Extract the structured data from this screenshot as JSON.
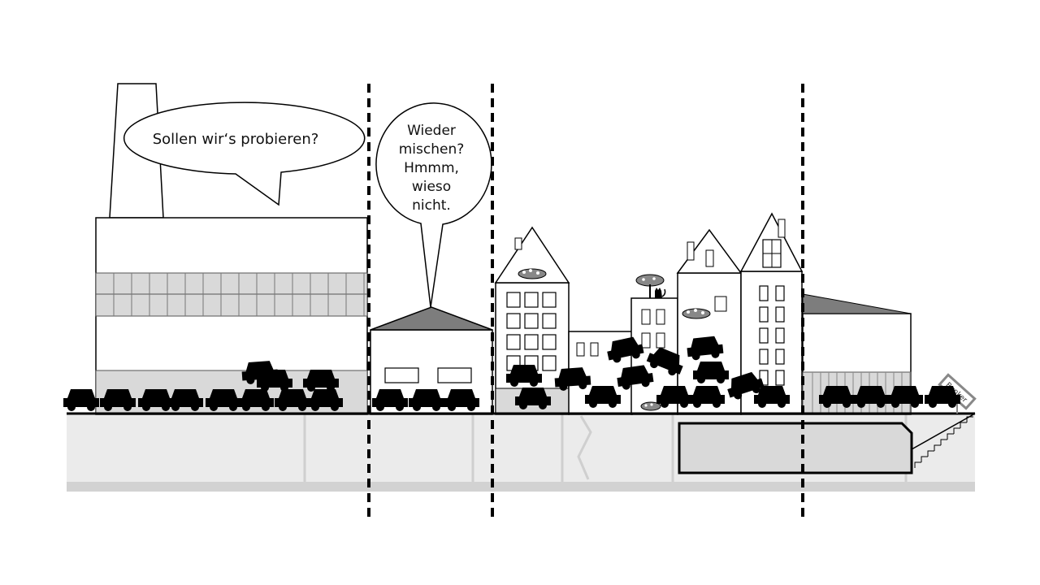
{
  "speech_bubbles": [
    {
      "lines": [
        "Sollen wir‘s probieren?"
      ]
    },
    {
      "lines": [
        "Wieder",
        "mischen?",
        "Hmmm,",
        "wieso",
        "nicht."
      ]
    }
  ],
  "signs": {
    "bunker_label": "Bunker"
  },
  "colors": {
    "ink": "#000000",
    "concrete": "#ebebeb",
    "mid_gray": "#7d7d7d",
    "light_gray": "#d9d9d9"
  },
  "icons": [
    "car-icon",
    "cat-icon",
    "flower-box-icon",
    "stairs-icon"
  ]
}
